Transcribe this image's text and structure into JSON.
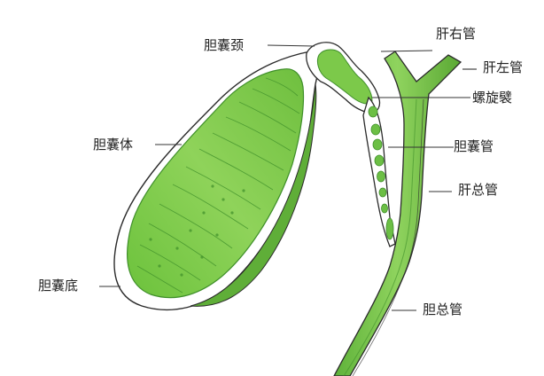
{
  "diagram": {
    "title": "Gallbladder and biliary ducts anatomy",
    "colors": {
      "background": "#ffffff",
      "tissue_fill": "#7cc94a",
      "tissue_light": "#a6dc74",
      "tissue_dark": "#3f8f2a",
      "outline": "#2b2b2b",
      "leader_line": "#333333",
      "text": "#222222"
    },
    "labels": [
      {
        "id": "gallbladder-neck",
        "text": "胆囊颈",
        "meaning": "Neck of gallbladder"
      },
      {
        "id": "right-hepatic-duct",
        "text": "肝右管",
        "meaning": "Right hepatic duct"
      },
      {
        "id": "left-hepatic-duct",
        "text": "肝左管",
        "meaning": "Left hepatic duct"
      },
      {
        "id": "spiral-fold",
        "text": "螺旋襞",
        "meaning": "Spiral fold"
      },
      {
        "id": "cystic-duct",
        "text": "胆囊管",
        "meaning": "Cystic duct"
      },
      {
        "id": "common-hepatic-duct",
        "text": "肝总管",
        "meaning": "Common hepatic duct"
      },
      {
        "id": "gallbladder-body",
        "text": "胆囊体",
        "meaning": "Body of gallbladder"
      },
      {
        "id": "gallbladder-fundus",
        "text": "胆囊底",
        "meaning": "Fundus of gallbladder"
      },
      {
        "id": "common-bile-duct",
        "text": "胆总管",
        "meaning": "Common bile duct"
      }
    ]
  }
}
